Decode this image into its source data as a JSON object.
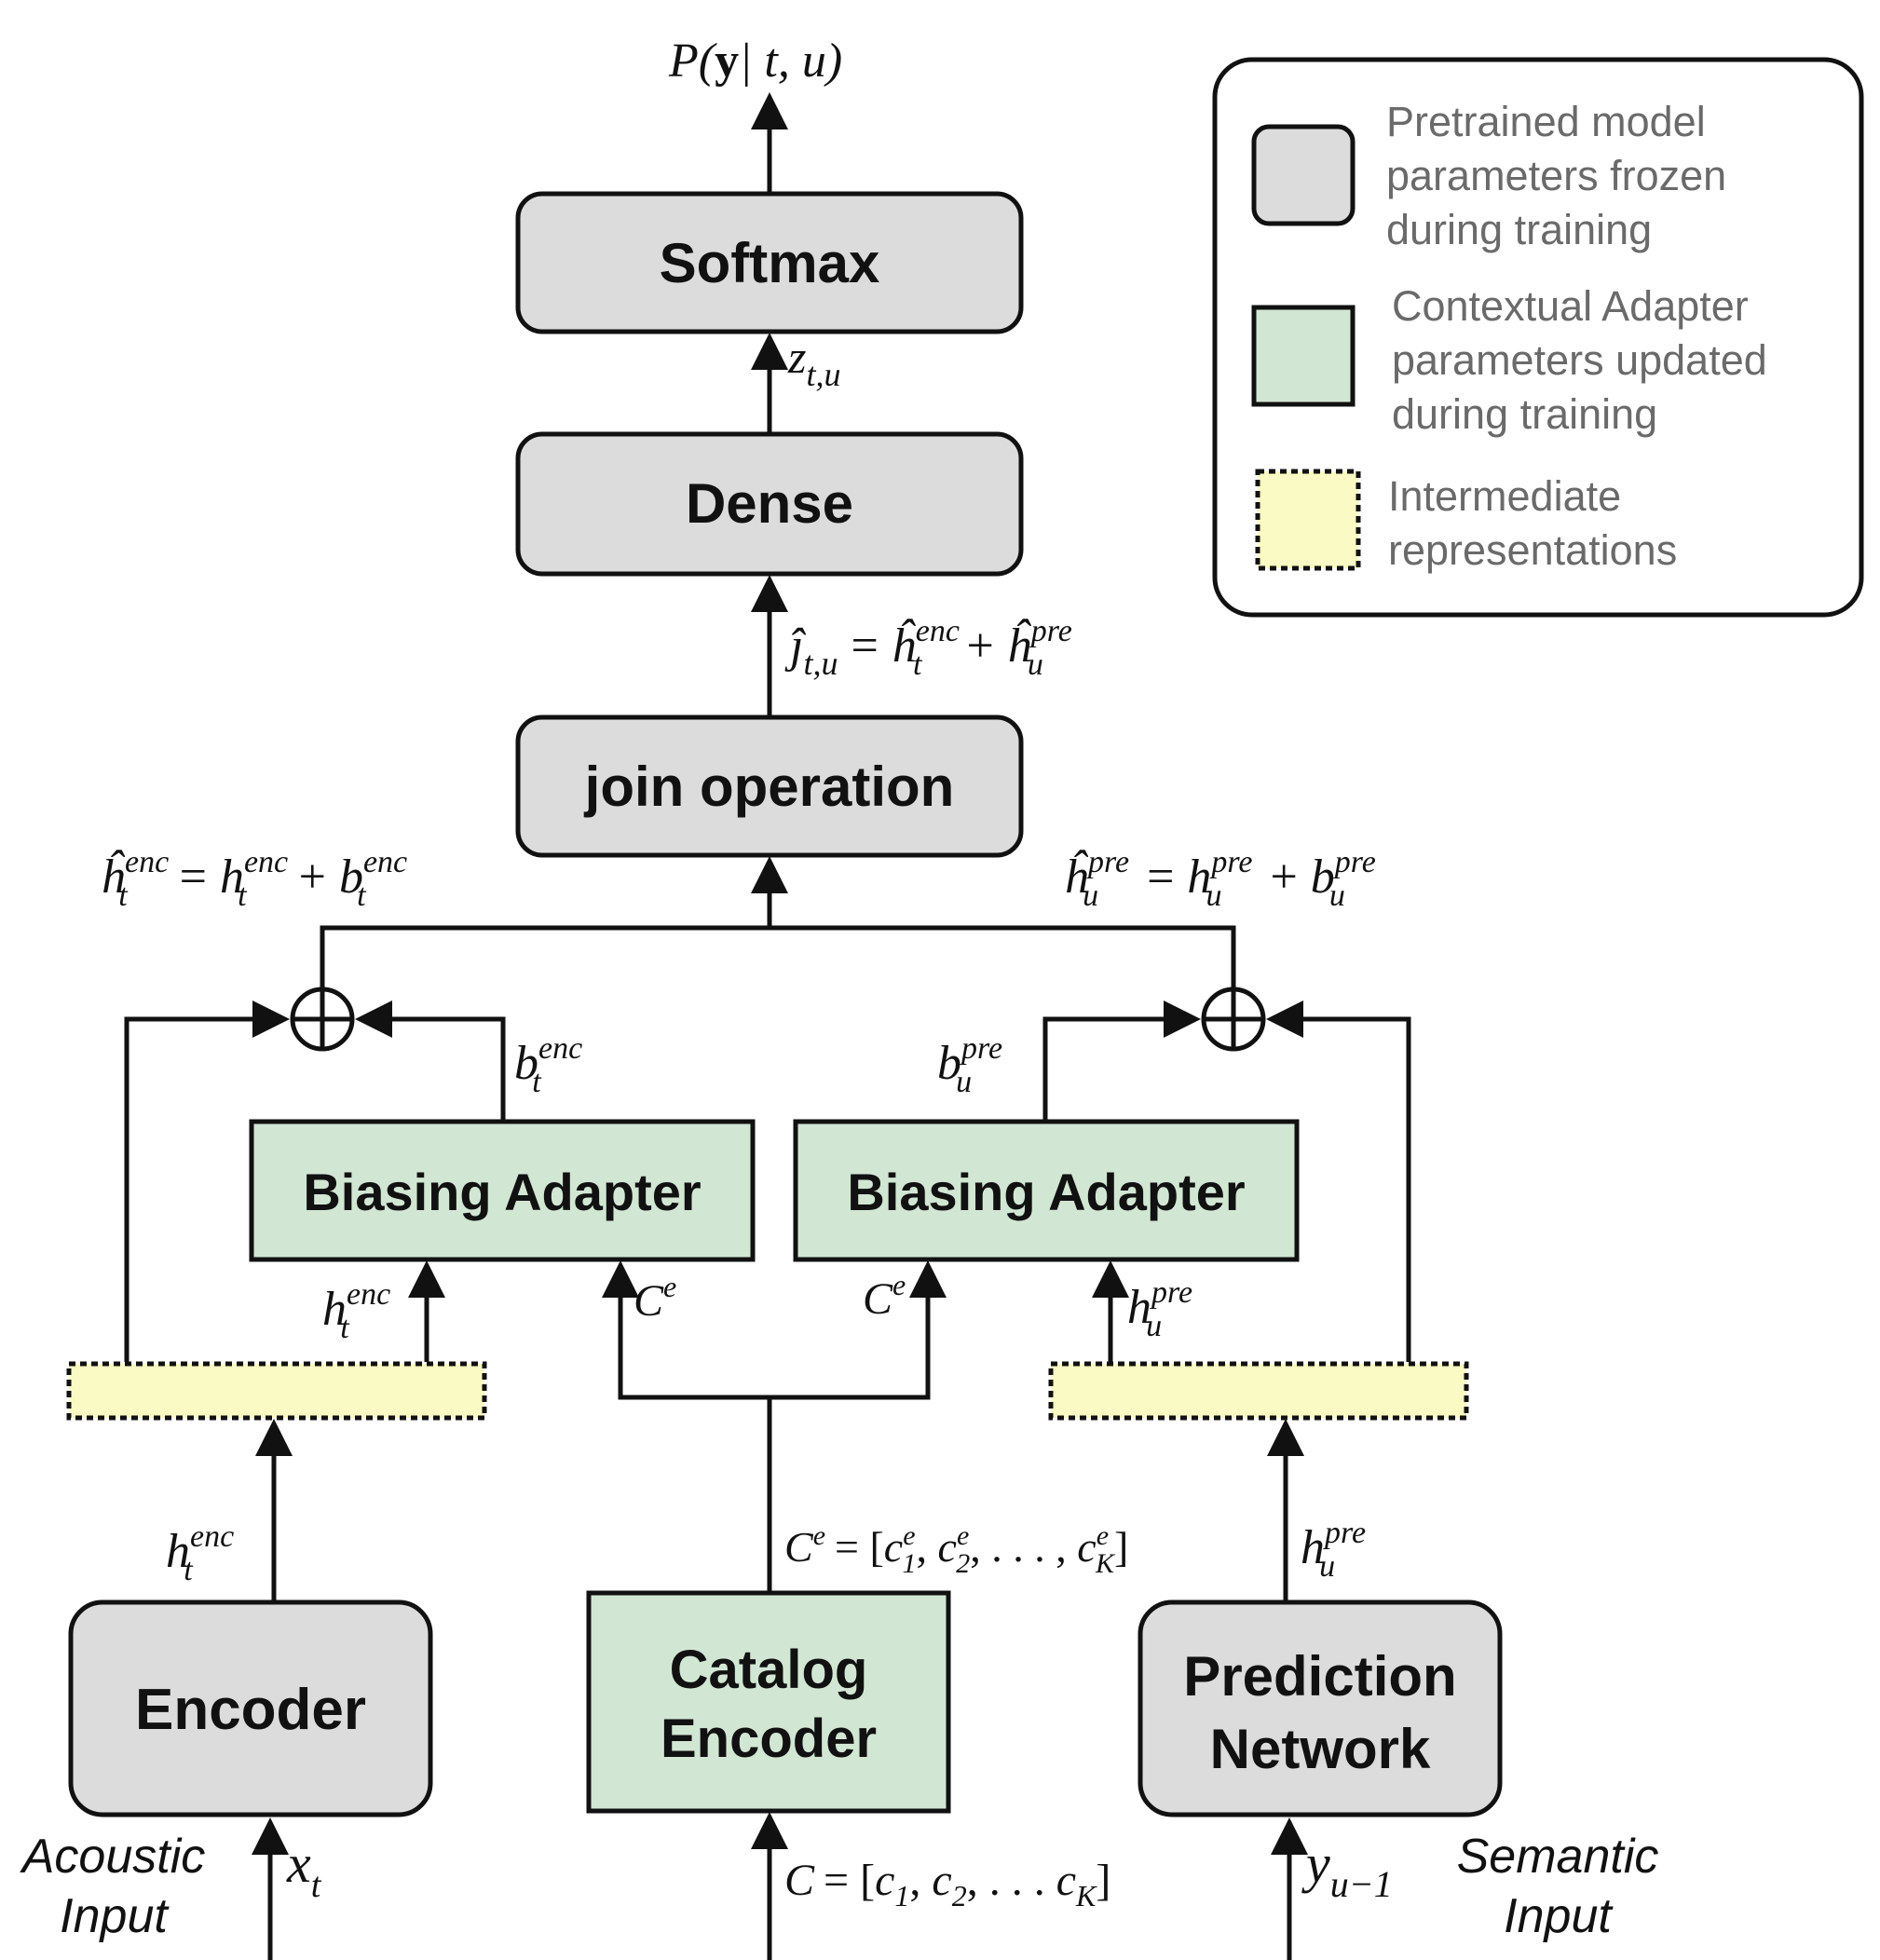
{
  "boxes": {
    "softmax": "Softmax",
    "dense": "Dense",
    "join": "join operation",
    "adapter_left": "Biasing Adapter",
    "adapter_right": "Biasing Adapter",
    "encoder": "Encoder",
    "catalog_line1": "Catalog",
    "catalog_line2": "Encoder",
    "prediction_line1": "Prediction",
    "prediction_line2": "Network"
  },
  "inputs": {
    "acoustic_line1": "Acoustic",
    "acoustic_line2": "Input",
    "semantic_line1": "Semantic",
    "semantic_line2": "Input"
  },
  "legend": {
    "frozen": [
      "Pretrained model",
      "parameters frozen",
      "during training"
    ],
    "updated": [
      "Contextual Adapter",
      "parameters updated",
      "during training"
    ],
    "intermediate": [
      "Intermediate",
      "representations"
    ]
  },
  "colors": {
    "frozen_fill": "#dcdcdc",
    "adapter_fill": "#d2e6d4",
    "intermediate_fill": "#fafac4",
    "line": "#111111",
    "legend_text": "#6a6a6a"
  }
}
